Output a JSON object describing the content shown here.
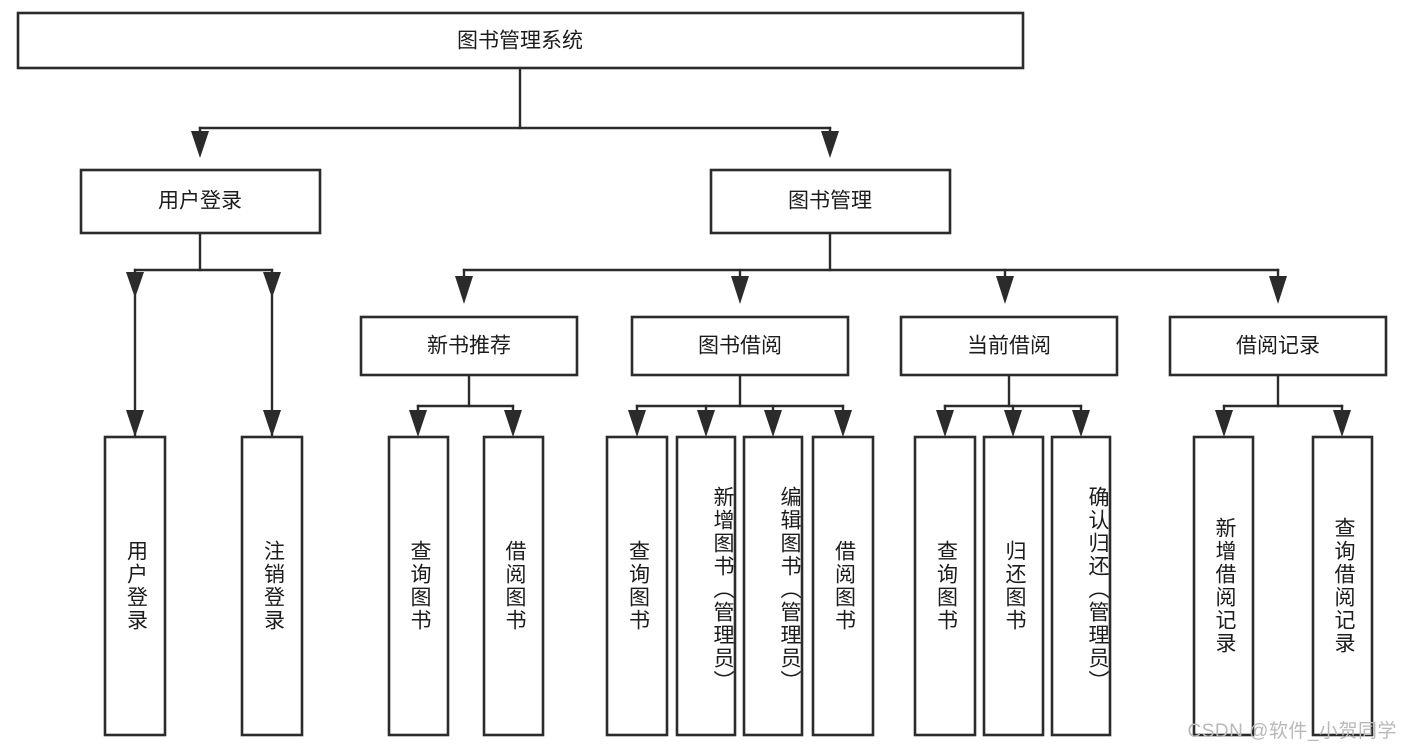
{
  "diagram": {
    "title": "图书管理系统",
    "type": "hierarchy-tree",
    "root": {
      "id": "root",
      "label": "图书管理系统",
      "orientation": "horizontal"
    },
    "level1": [
      {
        "id": "user-login",
        "label": "用户登录",
        "orientation": "horizontal"
      },
      {
        "id": "book-manage",
        "label": "图书管理",
        "orientation": "horizontal"
      }
    ],
    "level2": [
      {
        "id": "new-book-recommend",
        "label": "新书推荐",
        "parent": "book-manage",
        "orientation": "horizontal"
      },
      {
        "id": "book-borrow",
        "label": "图书借阅",
        "parent": "book-manage",
        "orientation": "horizontal"
      },
      {
        "id": "current-borrow",
        "label": "当前借阅",
        "parent": "book-manage",
        "orientation": "horizontal"
      },
      {
        "id": "borrow-record",
        "label": "借阅记录",
        "parent": "book-manage",
        "orientation": "horizontal"
      }
    ],
    "leaves": [
      {
        "id": "leaf-user-login",
        "label": "用户登录",
        "parent": "user-login",
        "orientation": "vertical",
        "align": "middle"
      },
      {
        "id": "leaf-user-logout",
        "label": "注销登录",
        "parent": "user-login",
        "orientation": "vertical",
        "align": "middle"
      },
      {
        "id": "leaf-query-book-1",
        "label": "查询图书",
        "parent": "new-book-recommend",
        "orientation": "vertical",
        "align": "middle"
      },
      {
        "id": "leaf-borrow-book-1",
        "label": "借阅图书",
        "parent": "new-book-recommend",
        "orientation": "vertical",
        "align": "middle"
      },
      {
        "id": "leaf-query-book-2",
        "label": "查询图书",
        "parent": "book-borrow",
        "orientation": "vertical",
        "align": "middle"
      },
      {
        "id": "leaf-add-book",
        "label": "新增图书（管理员）",
        "parent": "book-borrow",
        "orientation": "vertical",
        "align": "top"
      },
      {
        "id": "leaf-edit-book",
        "label": "编辑图书（管理员）",
        "parent": "book-borrow",
        "orientation": "vertical",
        "align": "top"
      },
      {
        "id": "leaf-borrow-book-2",
        "label": "借阅图书",
        "parent": "book-borrow",
        "orientation": "vertical",
        "align": "middle"
      },
      {
        "id": "leaf-query-book-3",
        "label": "查询图书",
        "parent": "current-borrow",
        "orientation": "vertical",
        "align": "middle"
      },
      {
        "id": "leaf-return-book",
        "label": "归还图书",
        "parent": "current-borrow",
        "orientation": "vertical",
        "align": "middle"
      },
      {
        "id": "leaf-confirm-return",
        "label": "确认归还（管理员）",
        "parent": "current-borrow",
        "orientation": "vertical",
        "align": "top"
      },
      {
        "id": "leaf-add-record",
        "label": "新增借阅记录",
        "parent": "borrow-record",
        "orientation": "vertical",
        "align": "middle"
      },
      {
        "id": "leaf-query-record",
        "label": "查询借阅记录",
        "parent": "borrow-record",
        "orientation": "vertical",
        "align": "middle"
      }
    ],
    "colors": {
      "stroke": "#2b2b2b",
      "fill": "#ffffff",
      "text": "#1c1c1c",
      "watermark": "#b9b9b9",
      "background": "#ffffff"
    }
  },
  "watermark": {
    "text": "CSDN @软件_小贺同学"
  }
}
